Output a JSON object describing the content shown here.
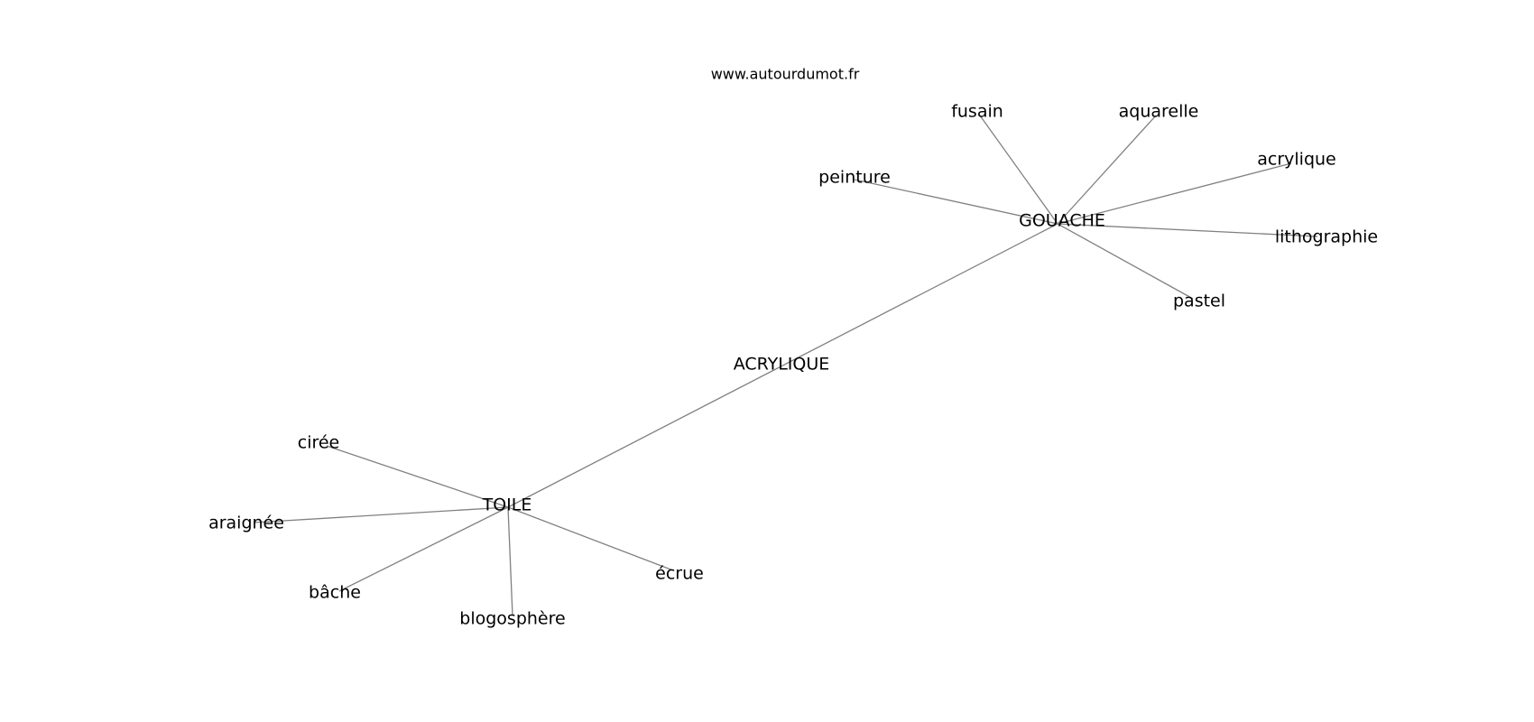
{
  "site": "www.autourdumot.fr",
  "nodes": [
    {
      "id": "acrylique_center",
      "label": "ACRYLIQUE"
    },
    {
      "id": "gouache",
      "label": "GOUACHE"
    },
    {
      "id": "toile",
      "label": "TOILE"
    },
    {
      "id": "fusain",
      "label": "fusain"
    },
    {
      "id": "aquarelle",
      "label": "aquarelle"
    },
    {
      "id": "acrylique",
      "label": "acrylique"
    },
    {
      "id": "peinture",
      "label": "peinture"
    },
    {
      "id": "lithographie",
      "label": "lithographie"
    },
    {
      "id": "pastel",
      "label": "pastel"
    },
    {
      "id": "ciree",
      "label": "cirée"
    },
    {
      "id": "araignee",
      "label": "araignée"
    },
    {
      "id": "bache",
      "label": "bâche"
    },
    {
      "id": "blogosphere",
      "label": "blogosphère"
    },
    {
      "id": "ecrue",
      "label": "écrue"
    }
  ],
  "edges": [
    [
      "toile",
      "gouache"
    ],
    [
      "gouache",
      "fusain"
    ],
    [
      "gouache",
      "aquarelle"
    ],
    [
      "gouache",
      "acrylique"
    ],
    [
      "gouache",
      "peinture"
    ],
    [
      "gouache",
      "lithographie"
    ],
    [
      "gouache",
      "pastel"
    ],
    [
      "toile",
      "ciree"
    ],
    [
      "toile",
      "araignee"
    ],
    [
      "toile",
      "bache"
    ],
    [
      "toile",
      "blogosphere"
    ],
    [
      "toile",
      "ecrue"
    ]
  ],
  "colors": {
    "edge": "#808080",
    "text": "#000000",
    "background": "#ffffff"
  }
}
